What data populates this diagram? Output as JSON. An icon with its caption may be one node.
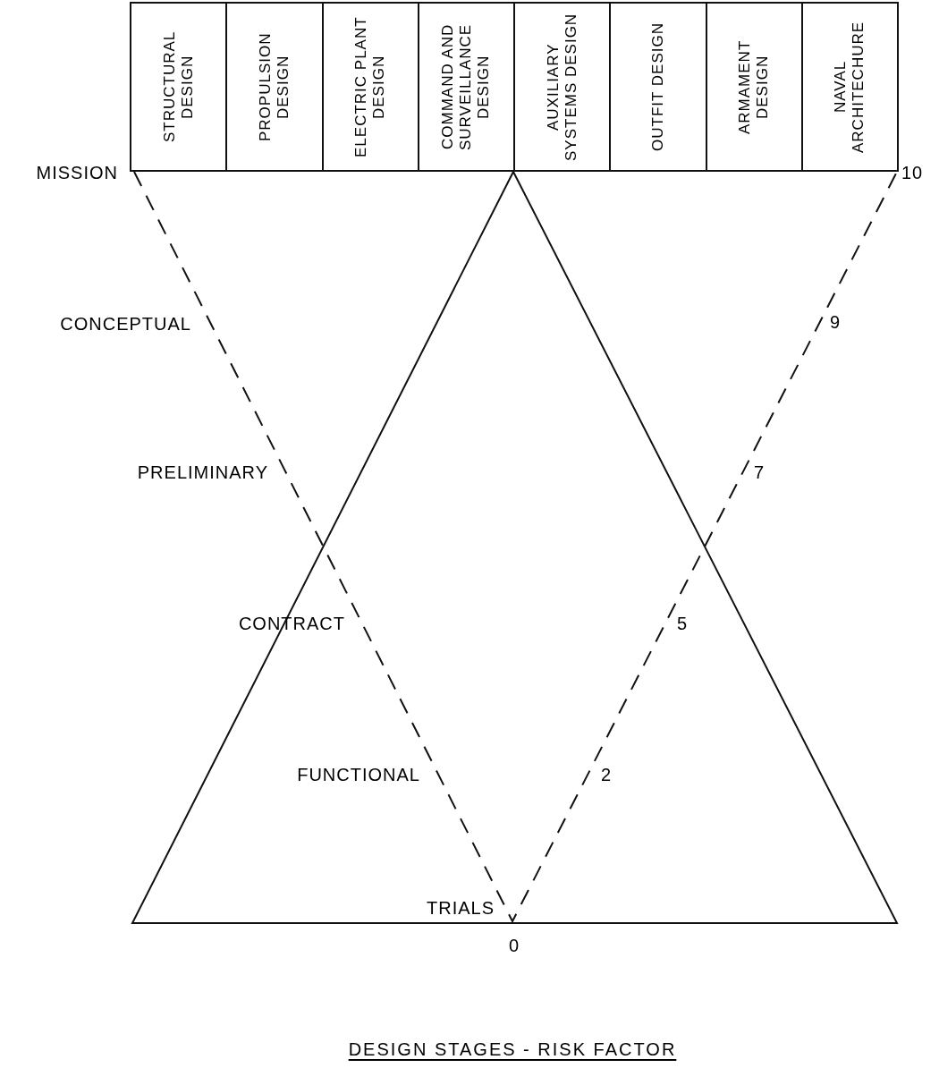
{
  "diagram": {
    "caption": "DESIGN STAGES - RISK FACTOR",
    "nodes": [
      {
        "text": [
          "STRUCTURAL DESIGN"
        ]
      },
      {
        "text": [
          "PROPULSION DESIGN"
        ]
      },
      {
        "text": [
          "ELECTRIC PLANT DESIGN"
        ]
      },
      {
        "text": [
          "COMMAND AND SURVEILLANCE DESIGN"
        ]
      },
      {
        "text": [
          "AUXILIARY SYSTEMS DESIGN"
        ]
      },
      {
        "text": [
          "OUTFIT DESIGN"
        ]
      },
      {
        "text": [
          "ARMAMENT DESIGN"
        ]
      },
      {
        "text": [
          "NAVAL ARCHITECHURE"
        ]
      }
    ],
    "labels": [
      "MISSION",
      "10",
      "CONCEPTUAL",
      "9",
      "PRELIMINARY",
      "7",
      "CONTRACT",
      "5",
      "FUNCTIONAL",
      "2",
      "TRIALS",
      "0"
    ]
  }
}
